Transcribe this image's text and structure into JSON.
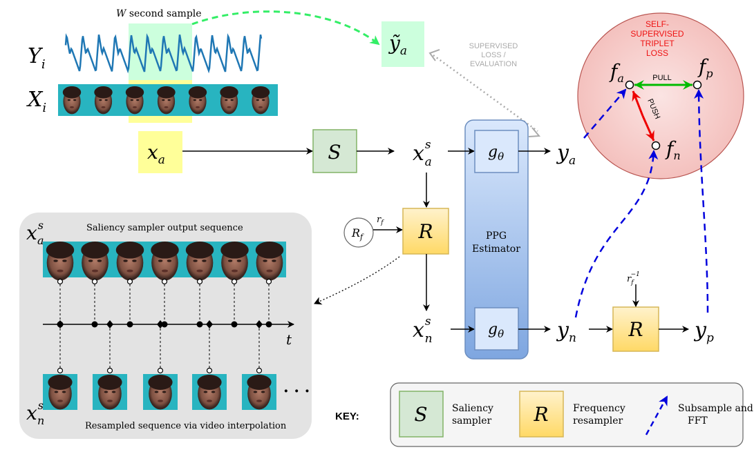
{
  "sample_label_w": "W",
  "sample_label_rest": " second sample",
  "y_i": {
    "base": "Y",
    "sub": "i"
  },
  "x_i": {
    "base": "X",
    "sub": "i"
  },
  "x_a": {
    "base": "x",
    "sub": "a"
  },
  "y_tilde_a": {
    "base": "ỹ",
    "sub": "a"
  },
  "saliency_block": "S",
  "x_a_s": {
    "base": "x",
    "sup": "s",
    "sub": "a"
  },
  "x_n_s": {
    "base": "x",
    "sup": "s",
    "sub": "n"
  },
  "g_theta": {
    "base": "g",
    "sub": "θ"
  },
  "y_a": {
    "base": "y",
    "sub": "a"
  },
  "y_n": {
    "base": "y",
    "sub": "n"
  },
  "y_p": {
    "base": "y",
    "sub": "p"
  },
  "resampler_block": "R",
  "r_f_circle": {
    "base": "R",
    "sub": "f"
  },
  "r_f_label": {
    "base": "r",
    "sub": "f"
  },
  "r_f_inv_label": {
    "base": "r",
    "sub": "f",
    "sup": "−1"
  },
  "ppg_estimator": [
    "PPG",
    "Estimator"
  ],
  "supervised_loss": [
    "SUPERVISED",
    "LOSS /",
    "EVALUATION"
  ],
  "triplet_loss": [
    "SELF-",
    "SUPERVISED",
    "TRIPLET",
    "LOSS"
  ],
  "pull_label": "PULL",
  "push_label": "PUSH",
  "f_a": {
    "base": "f",
    "sub": "a"
  },
  "f_p": {
    "base": "f",
    "sub": "p"
  },
  "f_n": {
    "base": "f",
    "sub": "n"
  },
  "inset": {
    "top_title": "Saliency sampler output sequence",
    "bottom_title": "Resampled sequence via video interpolation",
    "time_axis": "t",
    "ellipsis": "· · ·",
    "x_a_s": {
      "base": "x",
      "sup": "s",
      "sub": "a"
    },
    "x_n_s": {
      "base": "x",
      "sup": "s",
      "sub": "n"
    }
  },
  "key": {
    "title": "KEY:",
    "s_symbol": "S",
    "s_label": [
      "Saliency",
      "sampler"
    ],
    "r_symbol": "R",
    "r_label": [
      "Frequency",
      "resampler"
    ],
    "arrow_label": [
      "Subsample and",
      "FFT"
    ]
  },
  "colors": {
    "green_box_fill": "#d5e8d4",
    "green_box_stroke": "#82b366",
    "yellow_box_fill": "#ffe599",
    "yellow_box_stroke": "#d6b656",
    "highlight_yellow": "#ffff99",
    "highlight_green": "#ccffdd",
    "ppg_fill": "#a9c4eb",
    "ppg_stroke": "#6c8ebf",
    "triplet_fill": "#f8cecc",
    "triplet_stroke": "#b85450",
    "signal_blue": "#1f77b4",
    "face_bg": "#28b4c0",
    "blue_dash": "#0000dd",
    "green_dash": "#33ee66",
    "pull_green": "#00bb00",
    "push_red": "#ee0000"
  }
}
